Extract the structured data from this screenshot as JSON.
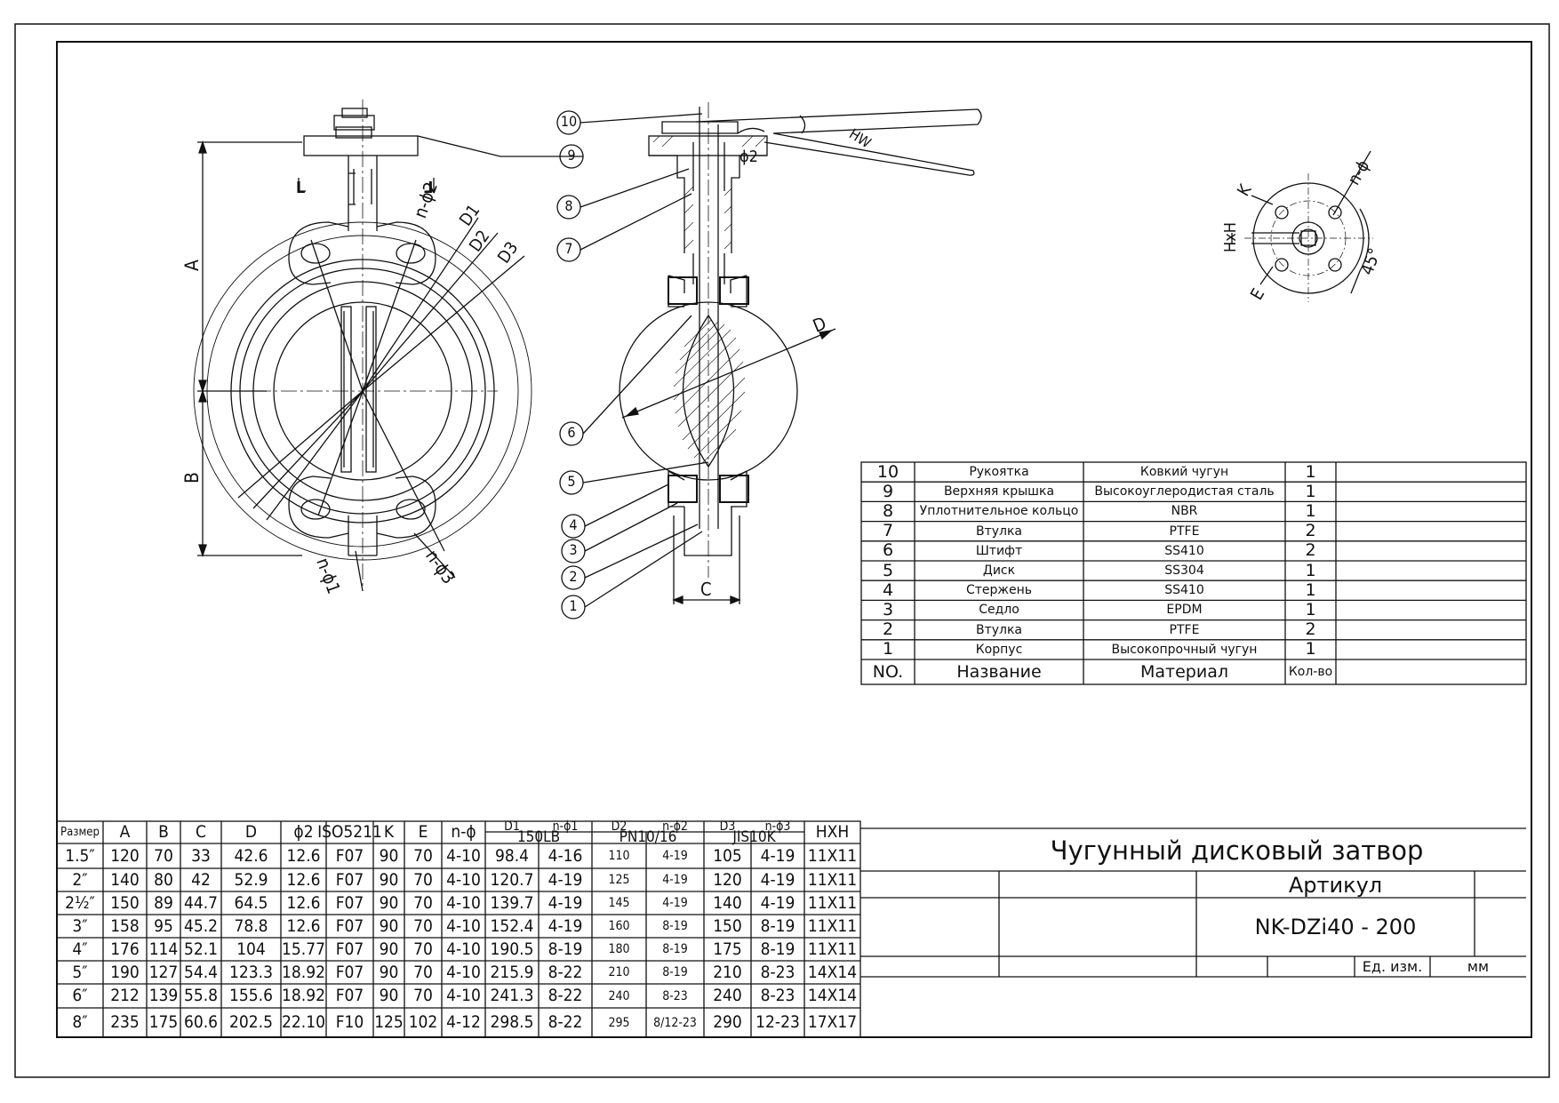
{
  "title": {
    "name": "Чугунный дисковый затвор",
    "article_label": "Артикул",
    "article_value": "NK-DZi40 - 200",
    "unit_label": "Ед. изм.",
    "unit_value": "мм"
  },
  "drawing_labels": {
    "front": {
      "A": "A",
      "B": "B",
      "D1": "D1",
      "D2": "D2",
      "D3": "D3",
      "n_phi1": "n-ϕ1",
      "n_phi2": "n-ϕ2",
      "n_phi3": "n-ϕ3",
      "section_mark": "L"
    },
    "side": {
      "D": "D",
      "C": "C",
      "phi2": "ϕ2",
      "HW": "HW",
      "balloons": [
        "10",
        "9",
        "8",
        "7",
        "6",
        "5",
        "4",
        "3",
        "2",
        "1"
      ]
    },
    "top": {
      "K": "K",
      "E": "E",
      "HxH": "HxH",
      "n_phi": "n-ϕ",
      "angle": "45°"
    }
  },
  "parts": {
    "headers": {
      "no": "NO.",
      "name": "Название",
      "material": "Материал",
      "qty": "Кол-во"
    },
    "rows": [
      {
        "no": "10",
        "name": "Рукоятка",
        "material": "Ковкий чугун",
        "qty": "1"
      },
      {
        "no": "9",
        "name": "Верхняя крышка",
        "material": "Высокоуглеродистая сталь",
        "qty": "1"
      },
      {
        "no": "8",
        "name": "Уплотнительное кольцо",
        "material": "NBR",
        "qty": "1"
      },
      {
        "no": "7",
        "name": "Втулка",
        "material": "PTFE",
        "qty": "2"
      },
      {
        "no": "6",
        "name": "Штифт",
        "material": "SS410",
        "qty": "2"
      },
      {
        "no": "5",
        "name": "Диск",
        "material": "SS304",
        "qty": "1"
      },
      {
        "no": "4",
        "name": "Стержень",
        "material": "SS410",
        "qty": "1"
      },
      {
        "no": "3",
        "name": "Седло",
        "material": "EPDM",
        "qty": "1"
      },
      {
        "no": "2",
        "name": "Втулка",
        "material": "PTFE",
        "qty": "2"
      },
      {
        "no": "1",
        "name": "Корпус",
        "material": "Высокопрочный чугун",
        "qty": "1"
      }
    ]
  },
  "specs": {
    "headers": [
      "Размер",
      "A",
      "B",
      "C",
      "D",
      "ϕ2",
      "ISO5211",
      "K",
      "E",
      "n-ϕ",
      "D1",
      "n-ϕ1",
      "D2",
      "n-ϕ2",
      "D3",
      "n-ϕ3",
      "HXH"
    ],
    "groups": [
      "150LB",
      "PN10/16",
      "JIS10K"
    ],
    "rows": [
      [
        "1.5″",
        "120",
        "70",
        "33",
        "42.6",
        "12.6",
        "F07",
        "90",
        "70",
        "4-10",
        "98.4",
        "4-16",
        "110",
        "4-19",
        "105",
        "4-19",
        "11X11"
      ],
      [
        "2″",
        "140",
        "80",
        "42",
        "52.9",
        "12.6",
        "F07",
        "90",
        "70",
        "4-10",
        "120.7",
        "4-19",
        "125",
        "4-19",
        "120",
        "4-19",
        "11X11"
      ],
      [
        "2½″",
        "150",
        "89",
        "44.7",
        "64.5",
        "12.6",
        "F07",
        "90",
        "70",
        "4-10",
        "139.7",
        "4-19",
        "145",
        "4-19",
        "140",
        "4-19",
        "11X11"
      ],
      [
        "3″",
        "158",
        "95",
        "45.2",
        "78.8",
        "12.6",
        "F07",
        "90",
        "70",
        "4-10",
        "152.4",
        "4-19",
        "160",
        "8-19",
        "150",
        "8-19",
        "11X11"
      ],
      [
        "4″",
        "176",
        "114",
        "52.1",
        "104",
        "15.77",
        "F07",
        "90",
        "70",
        "4-10",
        "190.5",
        "8-19",
        "180",
        "8-19",
        "175",
        "8-19",
        "11X11"
      ],
      [
        "5″",
        "190",
        "127",
        "54.4",
        "123.3",
        "18.92",
        "F07",
        "90",
        "70",
        "4-10",
        "215.9",
        "8-22",
        "210",
        "8-19",
        "210",
        "8-23",
        "14X14"
      ],
      [
        "6″",
        "212",
        "139",
        "55.8",
        "155.6",
        "18.92",
        "F07",
        "90",
        "70",
        "4-10",
        "241.3",
        "8-22",
        "240",
        "8-23",
        "240",
        "8-23",
        "14X14"
      ],
      [
        "8″",
        "235",
        "175",
        "60.6",
        "202.5",
        "22.10",
        "F10",
        "125",
        "102",
        "4-12",
        "298.5",
        "8-22",
        "295",
        "8/12-23",
        "290",
        "12-23",
        "17X17"
      ]
    ]
  }
}
